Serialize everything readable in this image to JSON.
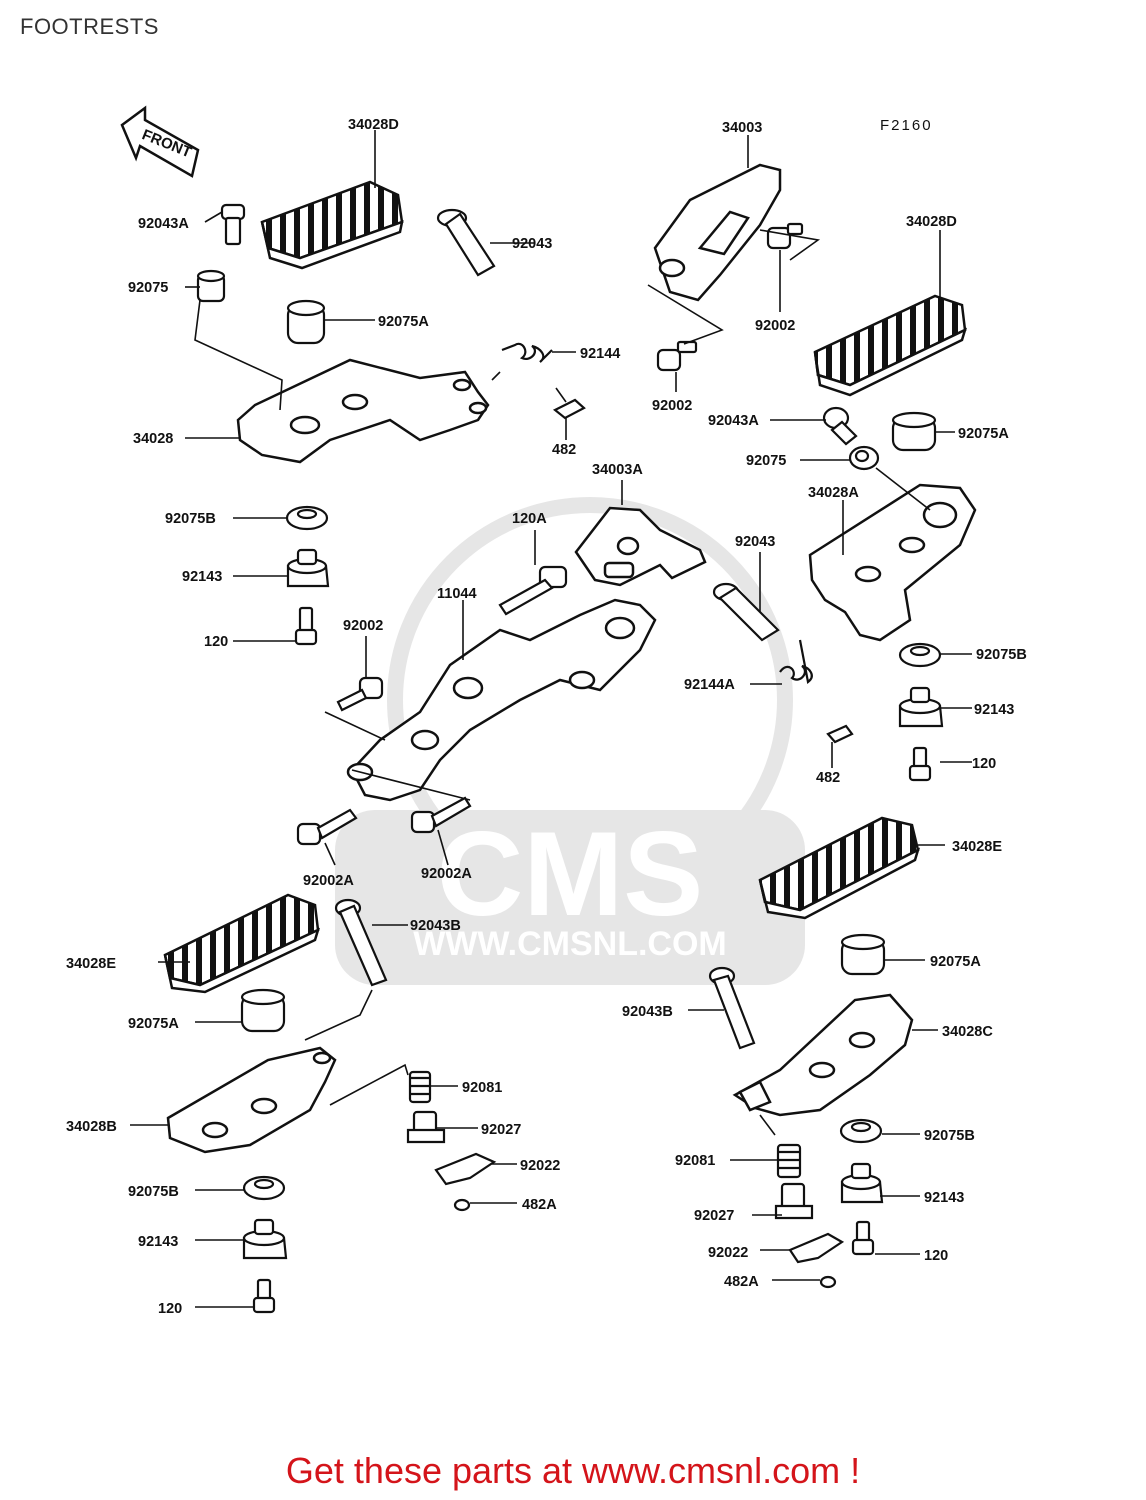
{
  "page": {
    "title": "FOOTRESTS",
    "figure_code": "F2160",
    "front_label": "FRONT",
    "footer_cta": "Get these parts at www.cmsnl.com !"
  },
  "watermark": {
    "brand": "CMS",
    "url": "WWW.CMSNL.COM"
  },
  "colors": {
    "line": "#111111",
    "fill": "#ffffff",
    "shade": "#9a9a9a",
    "watermark": "#e2e2e2",
    "footer": "#d4141a"
  },
  "labels": [
    {
      "id": "l01",
      "text": "34028D"
    },
    {
      "id": "l02",
      "text": "34003"
    },
    {
      "id": "l03",
      "text": "92043A"
    },
    {
      "id": "l04",
      "text": "92043"
    },
    {
      "id": "l05",
      "text": "92075"
    },
    {
      "id": "l06",
      "text": "92075A"
    },
    {
      "id": "l07",
      "text": "92002"
    },
    {
      "id": "l08",
      "text": "34028D"
    },
    {
      "id": "l09",
      "text": "92144"
    },
    {
      "id": "l10",
      "text": "34028"
    },
    {
      "id": "l11",
      "text": "482"
    },
    {
      "id": "l12",
      "text": "92002"
    },
    {
      "id": "l13",
      "text": "92043A"
    },
    {
      "id": "l14",
      "text": "92075A"
    },
    {
      "id": "l15",
      "text": "92075"
    },
    {
      "id": "l16",
      "text": "34003A"
    },
    {
      "id": "l17",
      "text": "92075B"
    },
    {
      "id": "l18",
      "text": "120A"
    },
    {
      "id": "l19",
      "text": "34028A"
    },
    {
      "id": "l20",
      "text": "92143"
    },
    {
      "id": "l21",
      "text": "92043"
    },
    {
      "id": "l22",
      "text": "11044"
    },
    {
      "id": "l23",
      "text": "120"
    },
    {
      "id": "l24",
      "text": "92002"
    },
    {
      "id": "l25",
      "text": "92075B"
    },
    {
      "id": "l26",
      "text": "92144A"
    },
    {
      "id": "l27",
      "text": "92143"
    },
    {
      "id": "l28",
      "text": "120"
    },
    {
      "id": "l29",
      "text": "482"
    },
    {
      "id": "l30",
      "text": "34028E"
    },
    {
      "id": "l31",
      "text": "92002A"
    },
    {
      "id": "l32",
      "text": "92002A"
    },
    {
      "id": "l33",
      "text": "92043B"
    },
    {
      "id": "l34",
      "text": "34028E"
    },
    {
      "id": "l35",
      "text": "92075A"
    },
    {
      "id": "l36",
      "text": "92043B"
    },
    {
      "id": "l37",
      "text": "92075A"
    },
    {
      "id": "l38",
      "text": "34028C"
    },
    {
      "id": "l39",
      "text": "92081"
    },
    {
      "id": "l40",
      "text": "34028B"
    },
    {
      "id": "l41",
      "text": "92027"
    },
    {
      "id": "l42",
      "text": "92075B"
    },
    {
      "id": "l43",
      "text": "92022"
    },
    {
      "id": "l44",
      "text": "92081"
    },
    {
      "id": "l45",
      "text": "92075B"
    },
    {
      "id": "l46",
      "text": "482A"
    },
    {
      "id": "l47",
      "text": "92143"
    },
    {
      "id": "l48",
      "text": "92027"
    },
    {
      "id": "l49",
      "text": "92143"
    },
    {
      "id": "l50",
      "text": "120"
    },
    {
      "id": "l51",
      "text": "92022"
    },
    {
      "id": "l52",
      "text": "482A"
    },
    {
      "id": "l53",
      "text": "120"
    }
  ]
}
